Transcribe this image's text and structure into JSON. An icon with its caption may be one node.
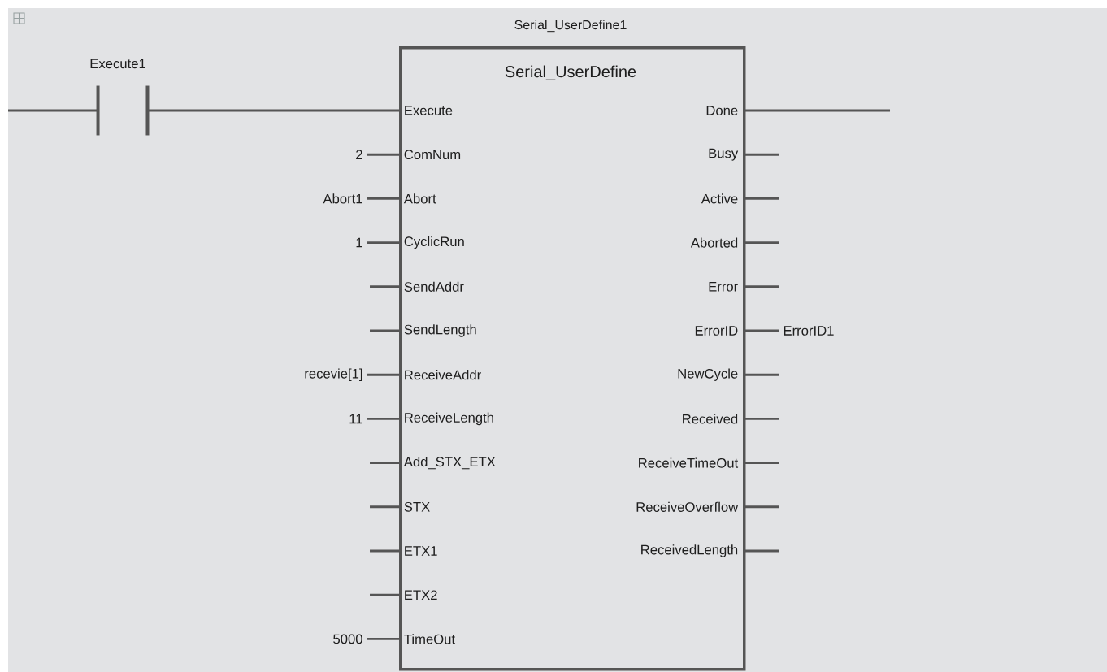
{
  "diagram": {
    "nodes": [
      {
        "text": [
          "Serial_UserDefine1",
          "Serial_UserDefine"
        ]
      },
      {
        "text": [
          "Execute1"
        ]
      },
      {
        "text": [
          "2"
        ]
      },
      {
        "text": [
          "Abort1"
        ]
      },
      {
        "text": [
          "1"
        ]
      },
      {
        "text": [
          "recevie[1]"
        ]
      },
      {
        "text": [
          "11"
        ]
      },
      {
        "text": [
          "5000"
        ]
      },
      {
        "text": [
          "ErrorID1"
        ]
      }
    ],
    "edges": [
      {
        "from": null,
        "to": 1,
        "arrow": "none"
      },
      {
        "from": 1,
        "to": 0,
        "arrow": "none"
      },
      {
        "from": 2,
        "to": 0,
        "arrow": "none"
      },
      {
        "from": 3,
        "to": 0,
        "arrow": "none"
      },
      {
        "from": 4,
        "to": 0,
        "arrow": "none"
      },
      {
        "from": 5,
        "to": 0,
        "arrow": "none"
      },
      {
        "from": 6,
        "to": 0,
        "arrow": "none"
      },
      {
        "from": 7,
        "to": 0,
        "arrow": "none"
      },
      {
        "from": null,
        "to": 0,
        "arrow": "none"
      },
      {
        "from": null,
        "to": 0,
        "arrow": "none"
      },
      {
        "from": null,
        "to": 0,
        "arrow": "none"
      },
      {
        "from": null,
        "to": 0,
        "arrow": "none"
      },
      {
        "from": null,
        "to": 0,
        "arrow": "none"
      },
      {
        "from": null,
        "to": 0,
        "arrow": "none"
      },
      {
        "from": 0,
        "to": null,
        "arrow": "none"
      },
      {
        "from": 0,
        "to": null,
        "arrow": "none"
      },
      {
        "from": 0,
        "to": null,
        "arrow": "none"
      },
      {
        "from": 0,
        "to": null,
        "arrow": "none"
      },
      {
        "from": 0,
        "to": null,
        "arrow": "none"
      },
      {
        "from": 0,
        "to": 8,
        "arrow": "none"
      },
      {
        "from": 0,
        "to": null,
        "arrow": "none"
      },
      {
        "from": 0,
        "to": null,
        "arrow": "none"
      },
      {
        "from": 0,
        "to": null,
        "arrow": "none"
      },
      {
        "from": 0,
        "to": null,
        "arrow": "none"
      },
      {
        "from": 0,
        "to": null,
        "arrow": "none"
      }
    ],
    "labels": [
      "Execute",
      "Done",
      "ComNum",
      "Busy",
      "Abort",
      "Active",
      "CyclicRun",
      "Aborted",
      "SendAddr",
      "Error",
      "SendLength",
      "ErrorID",
      "ReceiveAddr",
      "NewCycle",
      "ReceiveLength",
      "Received",
      "Add_STX_ETX",
      "ReceiveTimeOut",
      "STX",
      "ReceiveOverflow",
      "ETX1",
      "ReceivedLength",
      "ETX2",
      "TimeOut"
    ]
  }
}
